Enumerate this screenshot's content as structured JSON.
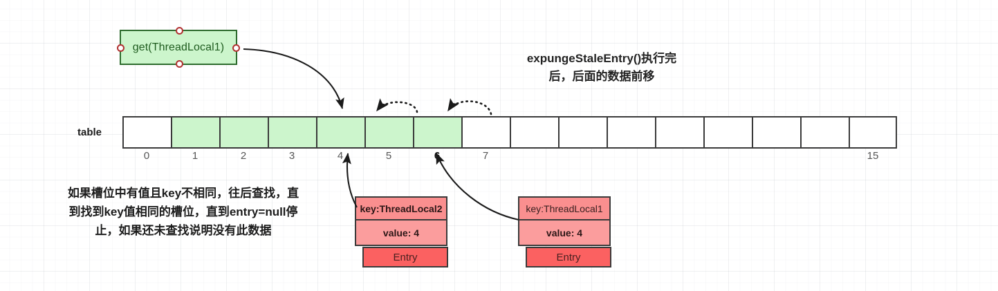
{
  "canvas": {
    "background": "#ffffff",
    "grid_color": "#e9ecef"
  },
  "get_box": {
    "label": "get(ThreadLocal1)",
    "fill": "#ccf5cc",
    "stroke": "#2d6b2d",
    "handle_color": "#b03030"
  },
  "title_note": {
    "line1": "expungeStaleEntry()执行完",
    "line2": "后，后面的数据前移"
  },
  "table": {
    "label": "table",
    "cell_fill_empty": "#ffffff",
    "cell_fill_occupied": "#ccf5cc",
    "stroke": "#3a3a3a",
    "cells": [
      {
        "index": "0",
        "state": "empty"
      },
      {
        "index": "1",
        "state": "occupied"
      },
      {
        "index": "2",
        "state": "occupied"
      },
      {
        "index": "3",
        "state": "occupied"
      },
      {
        "index": "4",
        "state": "occupied"
      },
      {
        "index": "5",
        "state": "occupied"
      },
      {
        "index": "6",
        "state": "occupied"
      },
      {
        "index": "7",
        "state": "empty"
      },
      {
        "index": "",
        "state": "empty"
      },
      {
        "index": "",
        "state": "empty"
      },
      {
        "index": "",
        "state": "empty"
      },
      {
        "index": "",
        "state": "empty"
      },
      {
        "index": "",
        "state": "empty"
      },
      {
        "index": "",
        "state": "empty"
      },
      {
        "index": "",
        "state": "empty"
      },
      {
        "index": "15",
        "state": "empty"
      }
    ],
    "highlighted_index": "6"
  },
  "left_note": {
    "line1": "如果槽位中有值且key不相同，往后查找，直",
    "line2": "到找到key值相同的槽位，直到entry=null停",
    "line3": "止，如果还未查找说明没有此数据"
  },
  "entries": [
    {
      "key": "key:ThreadLocal2",
      "key_bold": true,
      "value": "value: 4",
      "value_bold": true,
      "footer": "Entry",
      "fill_key": "#fa8f8f",
      "fill_value": "#fb9d9d",
      "fill_footer": "#fb6161"
    },
    {
      "key": "key:ThreadLocal1",
      "key_bold": false,
      "value": "value: 4",
      "value_bold": true,
      "footer": "Entry",
      "fill_key": "#fa8f8f",
      "fill_value": "#fb9d9d",
      "fill_footer": "#fb6161"
    }
  ],
  "arrows": {
    "get_to_slot4": "curved solid arrow from get box right handle down to table slot 4",
    "entry1_to_slot4": "curved solid arrow from key:ThreadLocal2 box up to table slot 4",
    "entry2_to_slot6": "curved solid arrow from key:ThreadLocal1 box up to table slot 6",
    "shift_1": "dotted curved arrow pointing left above slots 5-6",
    "shift_2": "dotted curved arrow pointing left above slots 6-7"
  }
}
